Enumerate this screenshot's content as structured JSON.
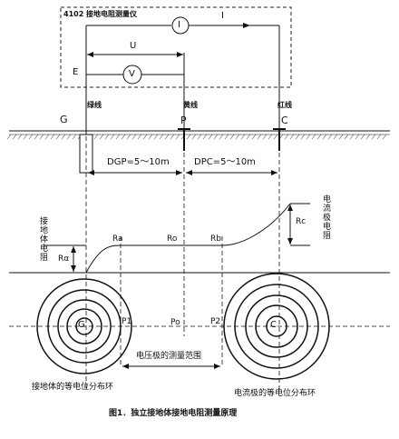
{
  "instrument": {
    "label": "4102 接地电阻测量仪",
    "current_symbol": "I",
    "current_arrow_label": "I",
    "voltage_symbol": "V",
    "u_label": "U",
    "e_label": "E"
  },
  "electrodes": {
    "g": {
      "letter": "G",
      "wire": "绿线"
    },
    "p": {
      "letter": "P",
      "wire": "黄线"
    },
    "c": {
      "letter": "C",
      "wire": "红线"
    }
  },
  "distances": {
    "d_gp": "DGP=5～10m",
    "d_pc": "DPC=5～10m"
  },
  "curve": {
    "ground_resistance_label": "接地体电阻",
    "current_electrode_label": "电流极电阻",
    "ra": "Ra",
    "ra_side": "Rα",
    "ro": "Ro",
    "rb": "Rb",
    "rc": "Rc"
  },
  "plan": {
    "g_center": "G",
    "c_center": "C",
    "p1": "P1",
    "po": "Po",
    "p2": "P2",
    "measure_range": "电压极的测量范围",
    "left_caption": "接地体的等电位分布环",
    "right_caption": "电流极的等电位分布环"
  },
  "caption": "图1．独立接地体接地电阻测量原理"
}
